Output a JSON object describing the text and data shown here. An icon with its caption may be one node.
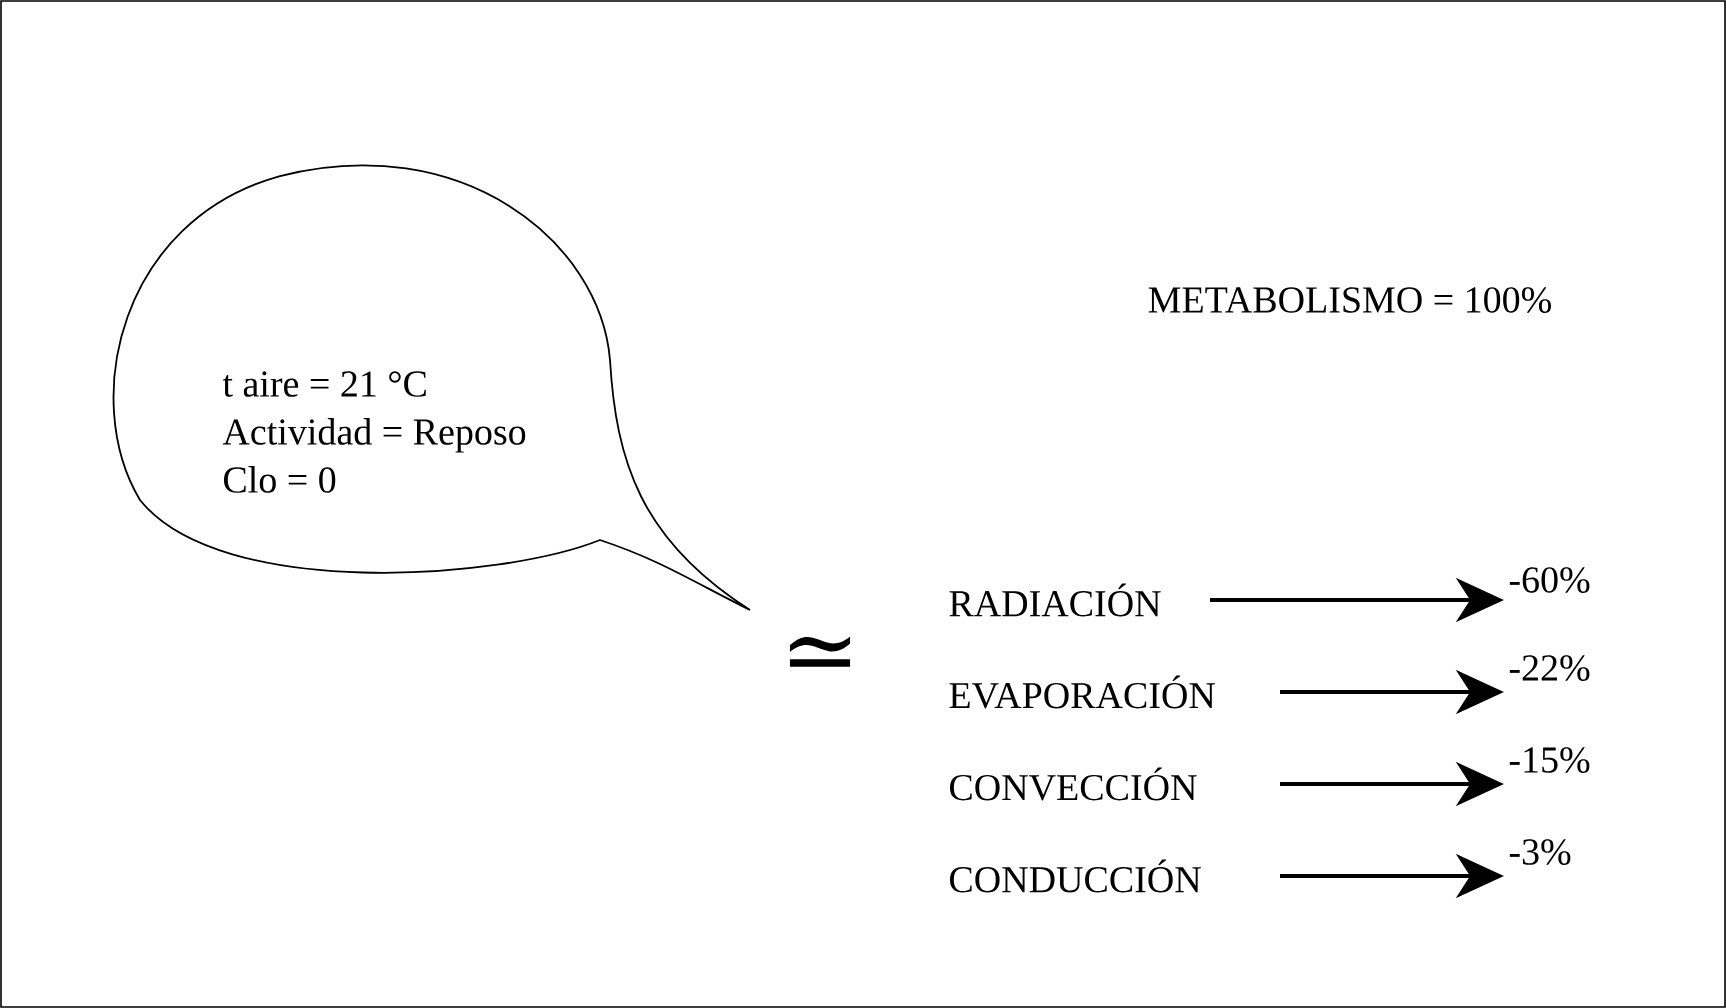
{
  "diagram": {
    "nodes": [
      {
        "text": [
          "t aire = 21 °C",
          "Actividad = Reposo",
          "Clo = 0"
        ]
      },
      {
        "text": [
          "RADIACIÓN"
        ]
      },
      {
        "text": [
          "-60%"
        ]
      },
      {
        "text": [
          "EVAPORACIÓN"
        ]
      },
      {
        "text": [
          "-22%"
        ]
      },
      {
        "text": [
          "CONVECCIÓN"
        ]
      },
      {
        "text": [
          "-15%"
        ]
      },
      {
        "text": [
          "CONDUCCIÓN"
        ]
      },
      {
        "text": [
          "-3%"
        ]
      }
    ],
    "edges": [
      {
        "from": 1,
        "to": 2,
        "arrow": "to"
      },
      {
        "from": 3,
        "to": 4,
        "arrow": "to"
      },
      {
        "from": 5,
        "to": 6,
        "arrow": "to"
      },
      {
        "from": 7,
        "to": 8,
        "arrow": "to"
      }
    ],
    "labels": [
      "METABOLISMO = 100%",
      "≃"
    ]
  }
}
